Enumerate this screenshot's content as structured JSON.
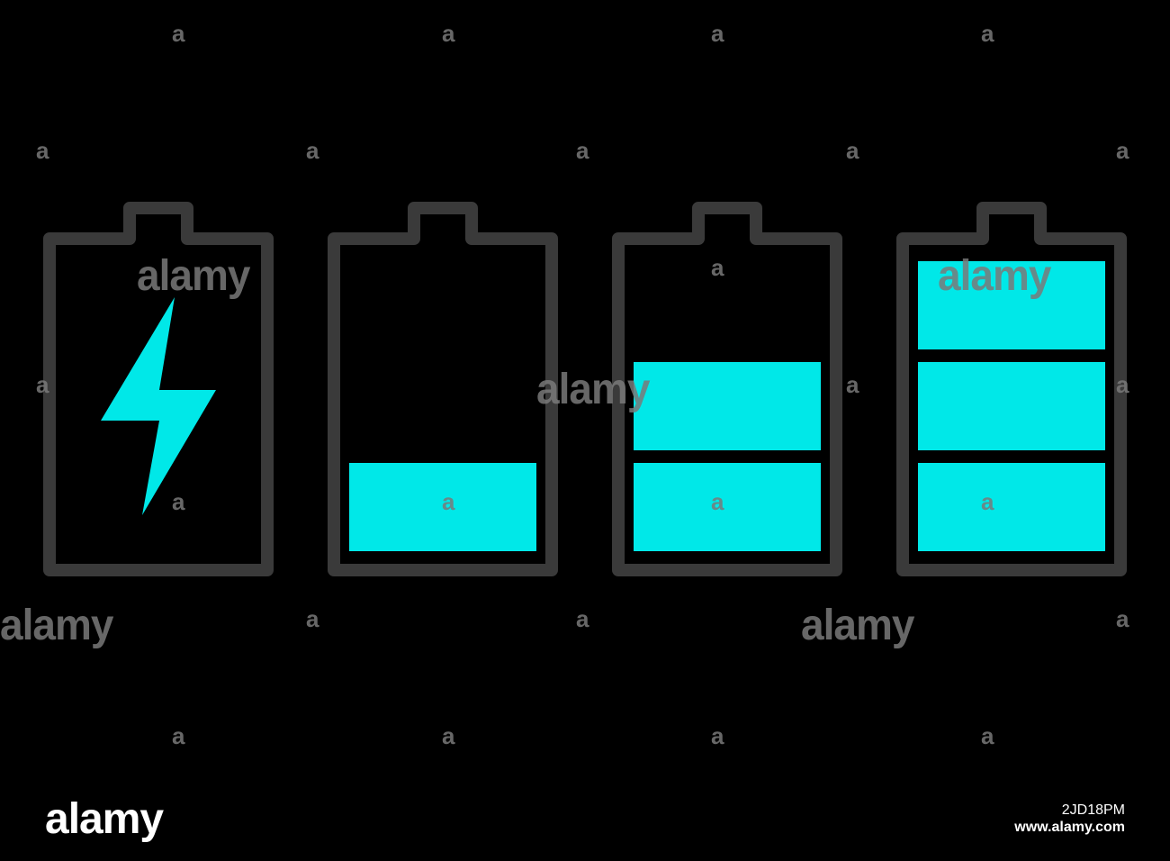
{
  "colors": {
    "background": "#000000",
    "outline": "#3a3a3a",
    "fill": "#00e8e8",
    "watermark": "#7a7a7a",
    "footer_text": "#ffffff"
  },
  "batteries": [
    {
      "name": "charging",
      "icon": "lightning-bolt-icon",
      "level": null,
      "segments_filled": 0
    },
    {
      "name": "low",
      "icon": "battery-icon",
      "level": 0.333,
      "segments_filled": 1
    },
    {
      "name": "medium",
      "icon": "battery-icon",
      "level": 0.667,
      "segments_filled": 2
    },
    {
      "name": "full",
      "icon": "battery-icon",
      "level": 1.0,
      "segments_filled": 3
    }
  ],
  "watermark": {
    "brand": "alamy",
    "small_mark": "a"
  },
  "footer": {
    "brand": "alamy",
    "image_id": "2JD18PM",
    "url": "www.alamy.com"
  }
}
